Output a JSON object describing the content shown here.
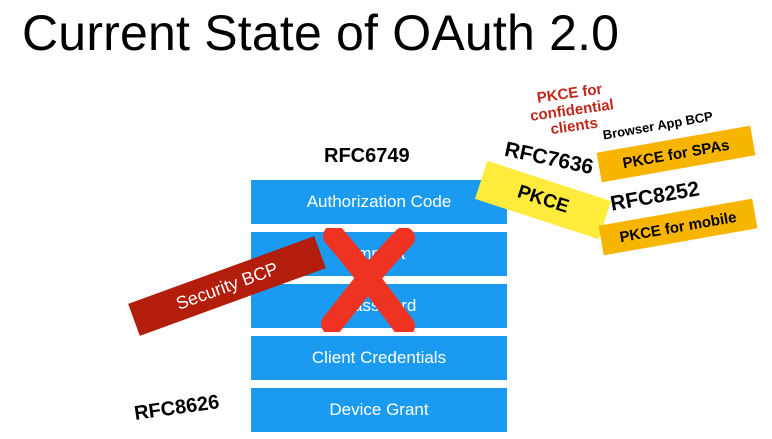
{
  "title": "Current State of OAuth 2.0",
  "labels": {
    "rfc6749": "RFC6749",
    "rfc7636": "RFC7636",
    "rfc8252": "RFC8252",
    "rfc8626": "RFC8626",
    "browser_app_bcp": "Browser App BCP",
    "pkce_confidential": "PKCE for\nconfidential\nclients"
  },
  "grant_types": [
    {
      "label": "Authorization Code"
    },
    {
      "label": "Implicit"
    },
    {
      "label": "Password"
    },
    {
      "label": "Client Credentials"
    },
    {
      "label": "Device Grant"
    }
  ],
  "tags": {
    "pkce": "PKCE",
    "pkce_spa": "PKCE for SPAs",
    "pkce_mobile": "PKCE for mobile",
    "security_bcp": "Security BCP"
  },
  "colors": {
    "flow_blue": "#1a9af1",
    "pkce_yellow": "#ffeb3b",
    "bcp_orange": "#f7b500",
    "security_red": "#b31d0c",
    "cross_red": "#ee3322",
    "pkce_note_red": "#c0271a"
  }
}
